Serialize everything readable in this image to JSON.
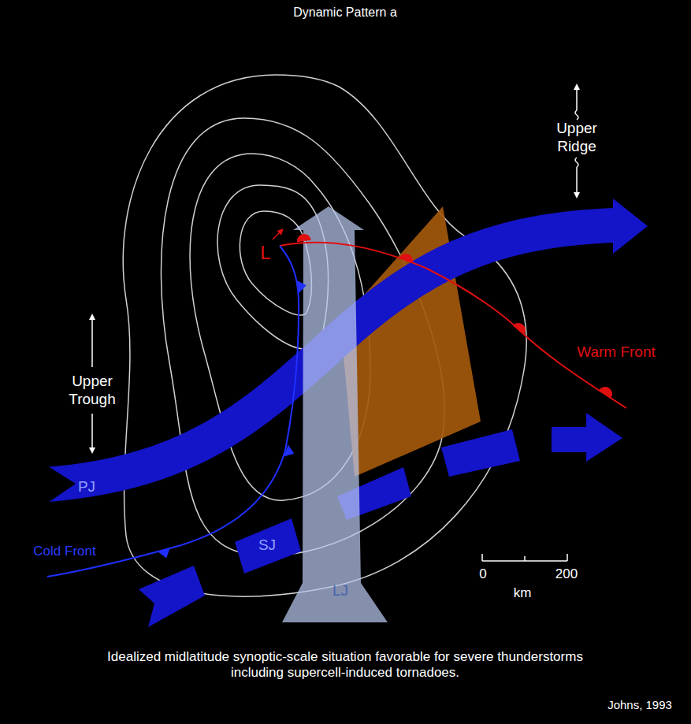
{
  "diagram": {
    "title": "Dynamic Pattern a",
    "caption": "Idealized midlatitude synoptic-scale situation favorable for severe thunderstorms including supercell-induced tornadoes.",
    "labels": [
      "Upper Ridge",
      "Upper Trough",
      "L",
      "PJ",
      "SJ",
      "LJ",
      "Warm Front",
      "Cold Front",
      "0",
      "200",
      "km",
      "Johns, 1993"
    ]
  }
}
